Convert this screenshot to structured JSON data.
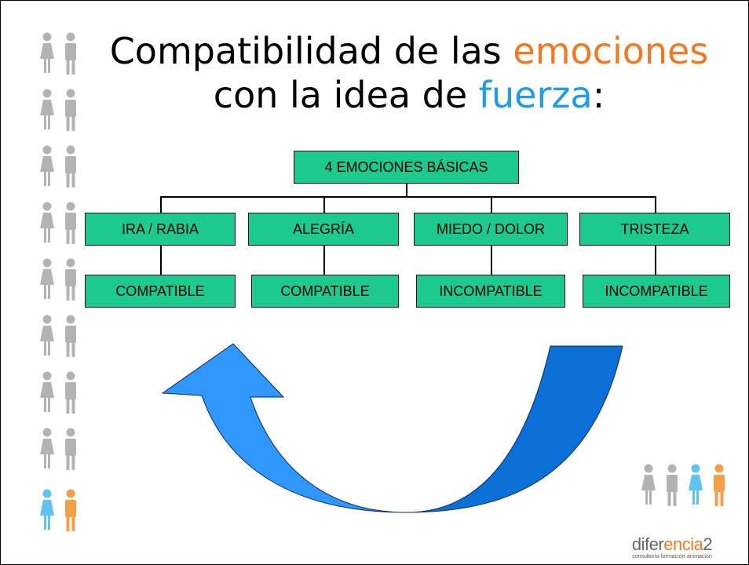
{
  "title": {
    "part1": "Compatibilidad de las ",
    "highlight1": "emociones",
    "part2": "con la idea de ",
    "highlight2": "fuerza",
    "part3": ":"
  },
  "root": {
    "label": "4 EMOCIONES BÁSICAS"
  },
  "emotions": [
    {
      "label": "IRA / RABIA",
      "compatibility": "COMPATIBLE"
    },
    {
      "label": "ALEGRÍA",
      "compatibility": "COMPATIBLE"
    },
    {
      "label": "MIEDO / DOLOR",
      "compatibility": "INCOMPATIBLE"
    },
    {
      "label": "TRISTEZA",
      "compatibility": "INCOMPATIBLE"
    }
  ],
  "brand": {
    "name_part1": "difer",
    "name_part2": "encia",
    "name_part3": "2",
    "tagline": "consultoría·formación·animación"
  },
  "colors": {
    "box_fill": "#1cc98f",
    "title_accent_orange": "#f07a24",
    "title_accent_blue": "#1f9be8",
    "arrow_light": "#2f97ff",
    "arrow_dark": "#0a6fd6",
    "figure_gray": "#b3b3b3",
    "figure_blue": "#5ec3ee",
    "figure_orange": "#f4a04a"
  }
}
